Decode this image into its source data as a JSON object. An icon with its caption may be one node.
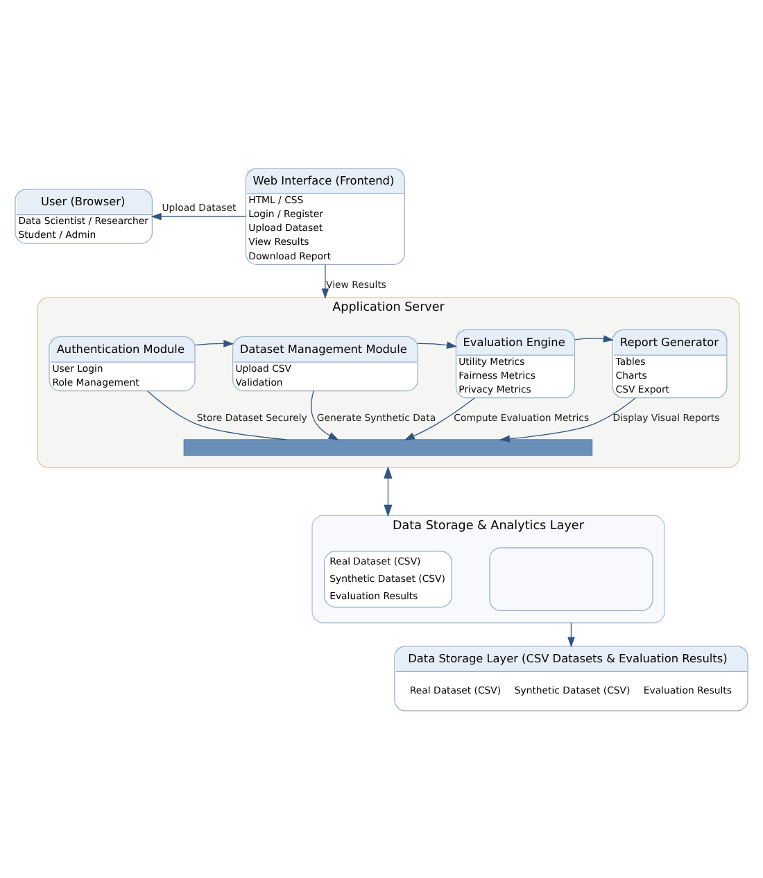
{
  "diagram": {
    "nodes": [
      {
        "text": [
          "User (Browser)",
          "Data Scientist / Researcher",
          "Student / Admin"
        ]
      },
      {
        "text": [
          "Web Interface (Frontend)",
          "HTML / CSS",
          "Login / Register",
          "Upload Dataset",
          "View Results",
          "Download Report"
        ]
      },
      {
        "text": [
          "Application Server"
        ]
      },
      {
        "text": [
          "Authentication Module",
          "User Login",
          "Role Management"
        ],
        "in": 2
      },
      {
        "text": [
          "Dataset Management Module",
          "Upload CSV",
          "Validation"
        ],
        "in": 2
      },
      {
        "text": [
          "Evaluation Engine",
          "Utility Metrics",
          "Fairness Metrics",
          "Privacy Metrics"
        ],
        "in": 2
      },
      {
        "text": [
          "Report Generator",
          "Tables",
          "Charts",
          "CSV Export"
        ],
        "in": 2
      },
      {
        "text": [],
        "shape": "bar",
        "in": 2
      },
      {
        "text": [
          "Data Storage & Analytics Layer"
        ]
      },
      {
        "text": [
          "Real Dataset (CSV)",
          "Synthetic Dataset (CSV)",
          "Evaluation Results"
        ],
        "in": 8
      },
      {
        "text": [],
        "shape": "box",
        "in": 8
      },
      {
        "text": [
          "Data Storage Layer (CSV Datasets & Evaluation Results)",
          "Real Dataset (CSV)",
          "Synthetic Dataset (CSV)",
          "Evaluation Results"
        ]
      }
    ],
    "edges": [
      {
        "from": 1,
        "to": 0,
        "arrow": "to",
        "label": "Upload Dataset"
      },
      {
        "from": 1,
        "to": 2,
        "arrow": "to",
        "label": "View Results"
      },
      {
        "from": 3,
        "to": 4,
        "arrow": "to"
      },
      {
        "from": 4,
        "to": 5,
        "arrow": "to"
      },
      {
        "from": 5,
        "to": 6,
        "arrow": "to"
      },
      {
        "from": 3,
        "to": 7,
        "arrow": "none",
        "label": "Store Dataset Securely"
      },
      {
        "from": 4,
        "to": 7,
        "arrow": "to",
        "label": "Generate Synthetic Data"
      },
      {
        "from": 5,
        "to": 7,
        "arrow": "to",
        "label": "Compute Evaluation Metrics"
      },
      {
        "from": 6,
        "to": 7,
        "arrow": "to",
        "label": "Display Visual Reports"
      },
      {
        "from": 2,
        "to": 8,
        "arrow": "both"
      },
      {
        "from": 8,
        "to": 11,
        "arrow": "to"
      }
    ]
  }
}
